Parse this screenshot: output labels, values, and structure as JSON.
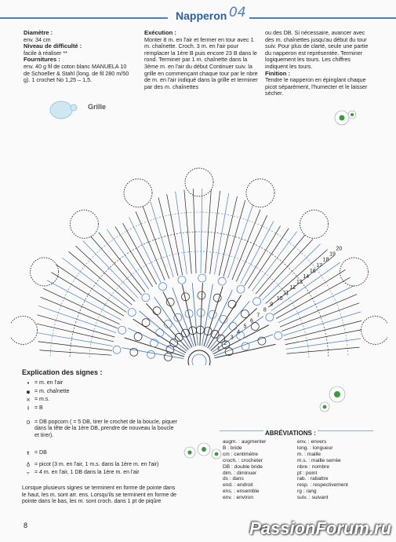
{
  "header": {
    "title": "Napperon",
    "handwritten_number": "04"
  },
  "materials": {
    "diametre_label": "Diamètre :",
    "diametre_value": "env. 34 cm",
    "niveau_label": "Niveau de difficulté :",
    "niveau_value": "facile à réaliser **",
    "fournitures_label": "Fournitures :",
    "fournitures_value": "env. 40 g fil de coton blanc MANUELA 10 de Schoeller & Stahl (long. de fil 280 m/50 g). 1 crochet No 1,25 – 1,5."
  },
  "execution": {
    "label": "Exécution :",
    "text": "Monter 8 m. en l'air et fermer en tour avec 1 m. chaînette. Croch. 3 m. en l'air pour remplacer la 1ère B puis encore 23 B dans le rond. Terminer par 1 m. chaînette dans la 3ème m. en l'air du début Continuer suiv. la grille en commençant chaque tour par le nbre de m. en l'air indiqué dans la grille et terminer par des m. chaînettes",
    "text2": "ou des DB. Si nécessaire, avancer avec des m. chaînettes jusqu'au début du tour suiv. Pour plus de clarté, seule une partie du napperon est représentée. Terminer logiquement les tours. Les chiffres indiquent les tours."
  },
  "finition": {
    "label": "Finition :",
    "text": "Tendre le napperon en épinglant chaque picot séparément, l'humecter et le laisser sécher."
  },
  "diagram": {
    "label": "Grille",
    "row_numbers": [
      "20",
      "19",
      "18",
      "17",
      "16",
      "14",
      "13",
      "12",
      "11",
      "10",
      "9",
      "8",
      "7",
      "6",
      "5",
      "4",
      "3",
      "2",
      "1"
    ]
  },
  "legend": {
    "title": "Explication des signes :",
    "items": [
      {
        "icon": "air-chain-icon",
        "text": "= m. en l'air"
      },
      {
        "icon": "slip-stitch-icon",
        "text": "= m. chaînette"
      },
      {
        "icon": "single-crochet-icon",
        "text": "= m.s."
      },
      {
        "icon": "double-crochet-icon",
        "text": "= B"
      },
      {
        "icon": "popcorn-icon",
        "text": "= DB popcorn ( = 5 DB, tirer le crochet de la boucle, piquer dans la tête de la 1ère DB, prendre de nouveau la boucle et tirer)."
      },
      {
        "icon": "treble-crochet-icon",
        "text": "= DB"
      },
      {
        "icon": "picot-icon",
        "text": "= picot (3 m. en l'air, 1 m.s. dans la 1ère m. en l'air)"
      },
      {
        "icon": "picot-db-icon",
        "text": "= 4 m. en l'air, 1 DB dans la 1ère m. en l'air"
      }
    ],
    "note": "Lorsque plusieurs signes se terminent en forme de pointe dans le haut, les m. sont arr. ens. Lorsqu'ils se terminent en forme de pointe dans le bas, les m. sont croch. dans 1 pt de piqûre"
  },
  "abbreviations": {
    "title": "ABRÉVIATIONS :",
    "left": [
      "augm. : augmenter",
      "B : bride",
      "cm : centimètre",
      "croch. : crocheter",
      "DB : double bride",
      "dim. : diminuer",
      "ds : dans",
      "end. : endroit",
      "ens. : ensemble",
      "env. : environ"
    ],
    "right": [
      "env. : envers",
      "long. : longueur",
      "m. : maille",
      "m.s. : maille serrée",
      "nbre : nombre",
      "pt : point",
      "rab. : rabattre",
      "resp. : respectivement",
      "rg : rang",
      "suiv. : suivant"
    ]
  },
  "footer": {
    "page_number": "8",
    "watermark": "PassionForum.ru"
  },
  "colors": {
    "title_blue": "#2d5fa0",
    "stitch_black": "#222222",
    "stitch_blue": "#4a7fc1",
    "flower_green": "#3b9a3b"
  }
}
